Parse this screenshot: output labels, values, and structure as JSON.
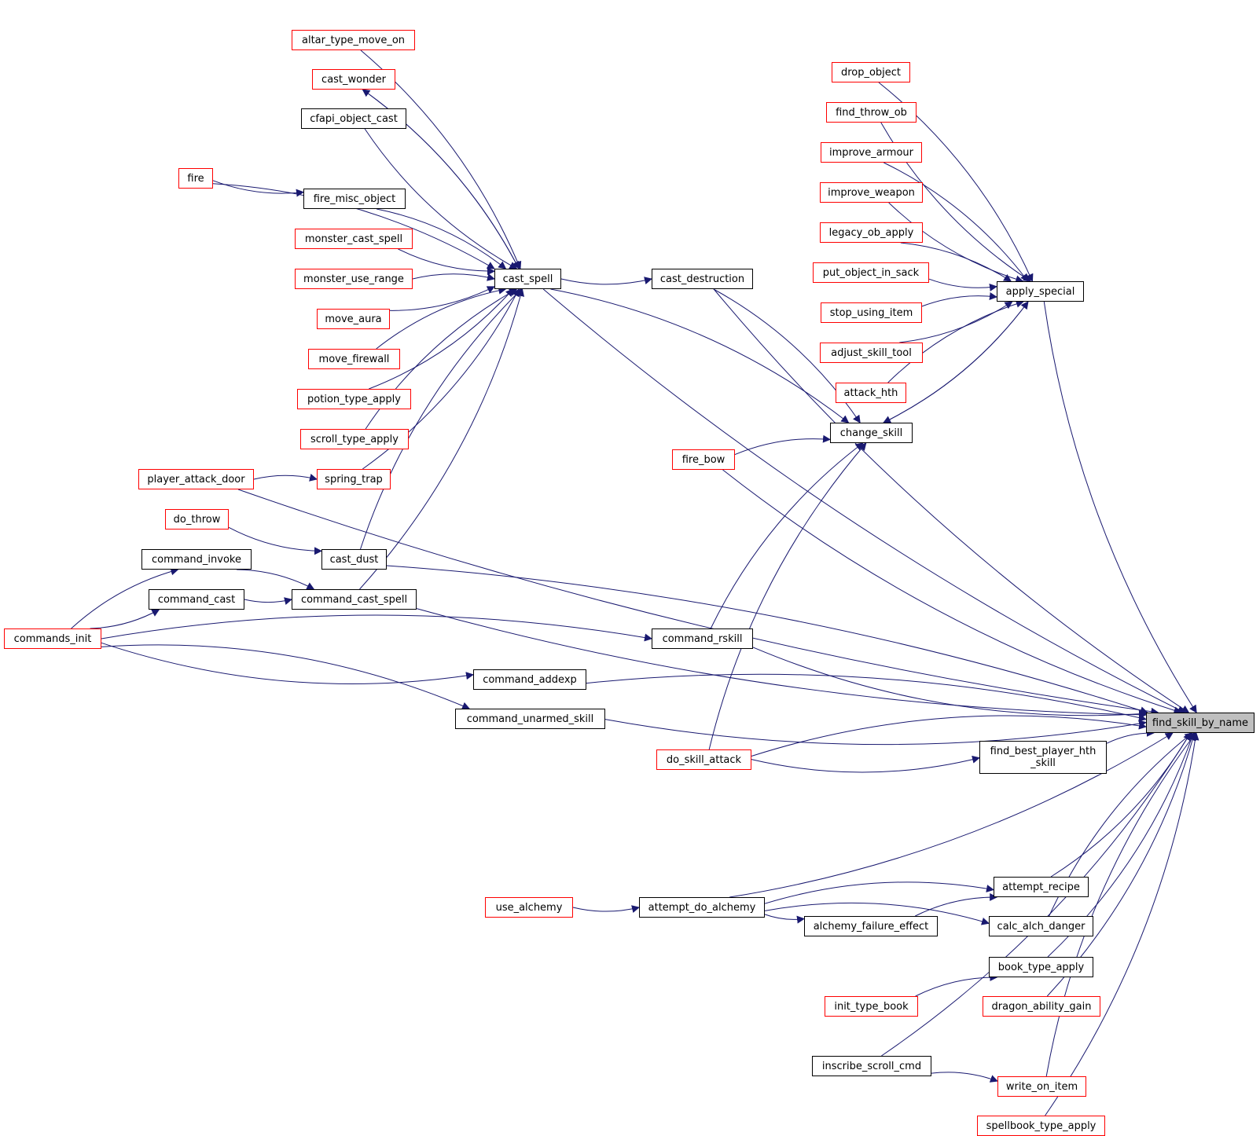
{
  "colors": {
    "edge": "#191970",
    "black_border": "#000000",
    "red_border": "#ff0000",
    "focus_fill": "#bfbfbf"
  },
  "nodes": [
    {
      "id": "find_skill_by_name",
      "label": "find_skill_by_name",
      "border": "black",
      "focus": true
    },
    {
      "id": "altar_type_move_on",
      "label": "altar_type_move_on",
      "border": "red"
    },
    {
      "id": "cast_wonder",
      "label": "cast_wonder",
      "border": "red"
    },
    {
      "id": "cfapi_object_cast",
      "label": "cfapi_object_cast",
      "border": "black"
    },
    {
      "id": "fire",
      "label": "fire",
      "border": "red"
    },
    {
      "id": "fire_misc_object",
      "label": "fire_misc_object",
      "border": "black"
    },
    {
      "id": "monster_cast_spell",
      "label": "monster_cast_spell",
      "border": "red"
    },
    {
      "id": "monster_use_range",
      "label": "monster_use_range",
      "border": "red"
    },
    {
      "id": "move_aura",
      "label": "move_aura",
      "border": "red"
    },
    {
      "id": "move_firewall",
      "label": "move_firewall",
      "border": "red"
    },
    {
      "id": "potion_type_apply",
      "label": "potion_type_apply",
      "border": "red"
    },
    {
      "id": "scroll_type_apply",
      "label": "scroll_type_apply",
      "border": "red"
    },
    {
      "id": "player_attack_door",
      "label": "player_attack_door",
      "border": "red"
    },
    {
      "id": "spring_trap",
      "label": "spring_trap",
      "border": "red"
    },
    {
      "id": "do_throw",
      "label": "do_throw",
      "border": "red"
    },
    {
      "id": "cast_dust",
      "label": "cast_dust",
      "border": "black"
    },
    {
      "id": "command_invoke",
      "label": "command_invoke",
      "border": "black"
    },
    {
      "id": "command_cast",
      "label": "command_cast",
      "border": "black"
    },
    {
      "id": "command_cast_spell",
      "label": "command_cast_spell",
      "border": "black"
    },
    {
      "id": "commands_init",
      "label": "commands_init",
      "border": "red"
    },
    {
      "id": "cast_spell",
      "label": "cast_spell",
      "border": "black"
    },
    {
      "id": "cast_destruction",
      "label": "cast_destruction",
      "border": "black"
    },
    {
      "id": "drop_object",
      "label": "drop_object",
      "border": "red"
    },
    {
      "id": "find_throw_ob",
      "label": "find_throw_ob",
      "border": "red"
    },
    {
      "id": "improve_armour",
      "label": "improve_armour",
      "border": "red"
    },
    {
      "id": "improve_weapon",
      "label": "improve_weapon",
      "border": "red"
    },
    {
      "id": "legacy_ob_apply",
      "label": "legacy_ob_apply",
      "border": "red"
    },
    {
      "id": "put_object_in_sack",
      "label": "put_object_in_sack",
      "border": "red"
    },
    {
      "id": "stop_using_item",
      "label": "stop_using_item",
      "border": "red"
    },
    {
      "id": "adjust_skill_tool",
      "label": "adjust_skill_tool",
      "border": "red"
    },
    {
      "id": "attack_hth",
      "label": "attack_hth",
      "border": "red"
    },
    {
      "id": "change_skill",
      "label": "change_skill",
      "border": "black"
    },
    {
      "id": "apply_special",
      "label": "apply_special",
      "border": "black"
    },
    {
      "id": "fire_bow",
      "label": "fire_bow",
      "border": "red"
    },
    {
      "id": "command_rskill",
      "label": "command_rskill",
      "border": "black"
    },
    {
      "id": "command_addexp",
      "label": "command_addexp",
      "border": "black"
    },
    {
      "id": "command_unarmed_skill",
      "label": "command_unarmed_skill",
      "border": "black"
    },
    {
      "id": "do_skill_attack",
      "label": "do_skill_attack",
      "border": "red"
    },
    {
      "id": "find_best_player_hth_skill",
      "label": "find_best_player_hth\n_skill",
      "border": "black"
    },
    {
      "id": "use_alchemy",
      "label": "use_alchemy",
      "border": "red"
    },
    {
      "id": "attempt_do_alchemy",
      "label": "attempt_do_alchemy",
      "border": "black"
    },
    {
      "id": "attempt_recipe",
      "label": "attempt_recipe",
      "border": "black"
    },
    {
      "id": "alchemy_failure_effect",
      "label": "alchemy_failure_effect",
      "border": "black"
    },
    {
      "id": "calc_alch_danger",
      "label": "calc_alch_danger",
      "border": "black"
    },
    {
      "id": "book_type_apply",
      "label": "book_type_apply",
      "border": "black"
    },
    {
      "id": "init_type_book",
      "label": "init_type_book",
      "border": "red"
    },
    {
      "id": "dragon_ability_gain",
      "label": "dragon_ability_gain",
      "border": "red"
    },
    {
      "id": "inscribe_scroll_cmd",
      "label": "inscribe_scroll_cmd",
      "border": "black"
    },
    {
      "id": "write_on_item",
      "label": "write_on_item",
      "border": "red"
    },
    {
      "id": "spellbook_type_apply",
      "label": "spellbook_type_apply",
      "border": "red"
    }
  ],
  "edges": [
    [
      "altar_type_move_on",
      "cast_spell"
    ],
    [
      "cast_spell",
      "cast_wonder"
    ],
    [
      "cast_wonder",
      "cast_spell"
    ],
    [
      "cfapi_object_cast",
      "cast_spell"
    ],
    [
      "fire",
      "cast_spell"
    ],
    [
      "fire",
      "fire_misc_object"
    ],
    [
      "fire_misc_object",
      "cast_spell"
    ],
    [
      "monster_cast_spell",
      "cast_spell"
    ],
    [
      "monster_use_range",
      "cast_spell"
    ],
    [
      "move_aura",
      "cast_spell"
    ],
    [
      "move_firewall",
      "cast_spell"
    ],
    [
      "potion_type_apply",
      "cast_spell"
    ],
    [
      "scroll_type_apply",
      "cast_spell"
    ],
    [
      "spring_trap",
      "cast_spell"
    ],
    [
      "cast_dust",
      "cast_spell"
    ],
    [
      "command_cast_spell",
      "cast_spell"
    ],
    [
      "player_attack_door",
      "spring_trap"
    ],
    [
      "do_throw",
      "cast_dust"
    ],
    [
      "command_invoke",
      "command_cast_spell"
    ],
    [
      "command_cast",
      "command_cast_spell"
    ],
    [
      "commands_init",
      "command_invoke"
    ],
    [
      "commands_init",
      "command_cast"
    ],
    [
      "commands_init",
      "command_rskill"
    ],
    [
      "commands_init",
      "command_addexp"
    ],
    [
      "commands_init",
      "command_unarmed_skill"
    ],
    [
      "cast_spell",
      "cast_destruction"
    ],
    [
      "cast_spell",
      "change_skill"
    ],
    [
      "cast_spell",
      "find_skill_by_name"
    ],
    [
      "cast_destruction",
      "change_skill"
    ],
    [
      "cast_destruction",
      "find_skill_by_name"
    ],
    [
      "drop_object",
      "apply_special"
    ],
    [
      "find_throw_ob",
      "apply_special"
    ],
    [
      "improve_armour",
      "apply_special"
    ],
    [
      "improve_weapon",
      "apply_special"
    ],
    [
      "legacy_ob_apply",
      "apply_special"
    ],
    [
      "put_object_in_sack",
      "apply_special"
    ],
    [
      "stop_using_item",
      "apply_special"
    ],
    [
      "adjust_skill_tool",
      "apply_special"
    ],
    [
      "attack_hth",
      "apply_special"
    ],
    [
      "change_skill",
      "apply_special"
    ],
    [
      "apply_special",
      "change_skill"
    ],
    [
      "apply_special",
      "find_skill_by_name"
    ],
    [
      "fire_bow",
      "change_skill"
    ],
    [
      "fire_bow",
      "find_skill_by_name"
    ],
    [
      "command_rskill",
      "change_skill"
    ],
    [
      "command_rskill",
      "find_skill_by_name"
    ],
    [
      "do_skill_attack",
      "change_skill"
    ],
    [
      "do_skill_attack",
      "find_best_player_hth_skill"
    ],
    [
      "do_skill_attack",
      "find_skill_by_name"
    ],
    [
      "player_attack_door",
      "find_skill_by_name"
    ],
    [
      "cast_dust",
      "find_skill_by_name"
    ],
    [
      "command_cast_spell",
      "find_skill_by_name"
    ],
    [
      "command_addexp",
      "find_skill_by_name"
    ],
    [
      "command_unarmed_skill",
      "find_skill_by_name"
    ],
    [
      "find_best_player_hth_skill",
      "find_skill_by_name"
    ],
    [
      "use_alchemy",
      "attempt_do_alchemy"
    ],
    [
      "attempt_do_alchemy",
      "attempt_recipe"
    ],
    [
      "attempt_do_alchemy",
      "alchemy_failure_effect"
    ],
    [
      "attempt_do_alchemy",
      "calc_alch_danger"
    ],
    [
      "attempt_do_alchemy",
      "find_skill_by_name"
    ],
    [
      "alchemy_failure_effect",
      "attempt_recipe"
    ],
    [
      "attempt_recipe",
      "find_skill_by_name"
    ],
    [
      "calc_alch_danger",
      "find_skill_by_name"
    ],
    [
      "book_type_apply",
      "find_skill_by_name"
    ],
    [
      "init_type_book",
      "book_type_apply"
    ],
    [
      "dragon_ability_gain",
      "find_skill_by_name"
    ],
    [
      "inscribe_scroll_cmd",
      "write_on_item"
    ],
    [
      "inscribe_scroll_cmd",
      "find_skill_by_name"
    ],
    [
      "write_on_item",
      "find_skill_by_name"
    ],
    [
      "spellbook_type_apply",
      "find_skill_by_name"
    ]
  ]
}
